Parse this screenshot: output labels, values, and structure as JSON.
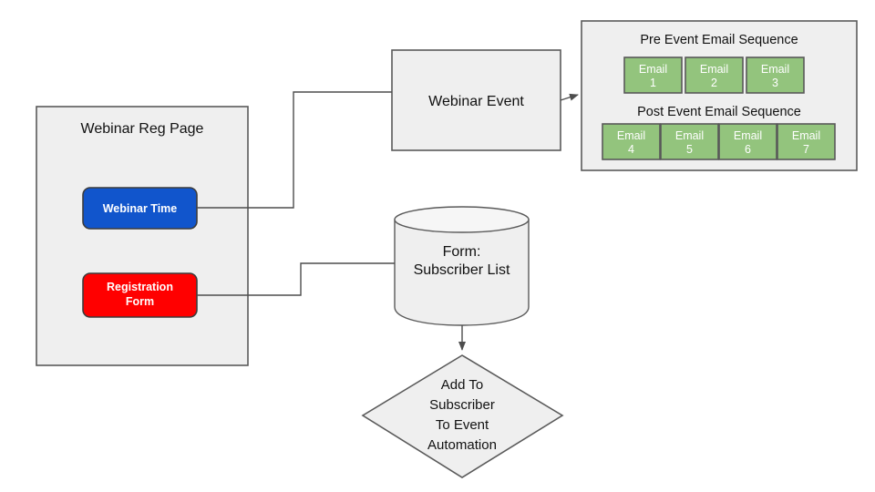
{
  "diagram": {
    "background": "#ffffff",
    "colors": {
      "panel_fill": "#efefef",
      "panel_stroke": "#5a5a5a",
      "email_green": "#93c47d",
      "button_blue": "#1155cc",
      "button_red": "#ff0000",
      "connector": "#4d4d4d",
      "text": "#111111"
    },
    "reg_page": {
      "title": "Webinar Reg Page",
      "buttons": [
        {
          "name": "webinar-time",
          "label_lines": [
            "Webinar Time"
          ],
          "color": "#1155cc"
        },
        {
          "name": "registration-form",
          "label_lines": [
            "Registration",
            "Form"
          ],
          "color": "#ff0000"
        }
      ]
    },
    "webinar_event": {
      "title": "Webinar Event"
    },
    "email_panel": {
      "pre_title": "Pre Event Email Sequence",
      "post_title": "Post Event Email Sequence",
      "pre_emails": [
        {
          "line1": "Email",
          "line2": "1"
        },
        {
          "line1": "Email",
          "line2": "2"
        },
        {
          "line1": "Email",
          "line2": "3"
        }
      ],
      "post_emails": [
        {
          "line1": "Email",
          "line2": "4"
        },
        {
          "line1": "Email",
          "line2": "5"
        },
        {
          "line1": "Email",
          "line2": "6"
        },
        {
          "line1": "Email",
          "line2": "7"
        }
      ]
    },
    "subscriber_store": {
      "line1": "Form:",
      "line2": "Subscriber List"
    },
    "automation_decision": {
      "line1": "Add To",
      "line2": "Subscriber",
      "line3": "To Event",
      "line4": "Automation"
    }
  }
}
